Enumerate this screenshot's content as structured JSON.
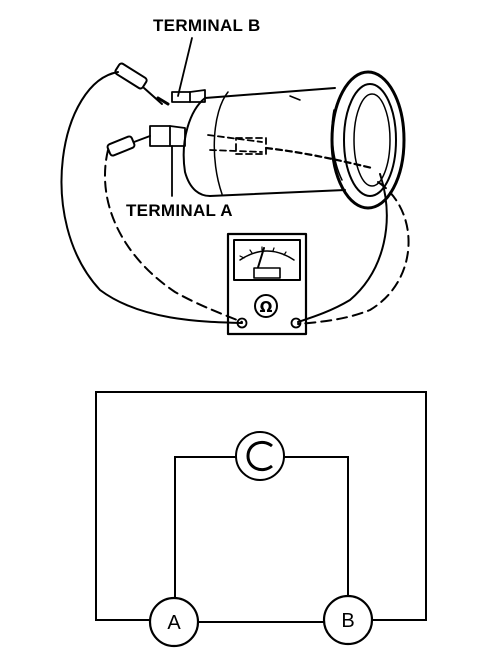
{
  "illustration": {
    "terminal_b_label": "TERMINAL B",
    "terminal_a_label": "TERMINAL A",
    "meter_symbol": "Ω"
  },
  "schematic": {
    "node_a_label": "A",
    "node_b_label": "B"
  },
  "colors": {
    "ink": "#000000",
    "paper": "#ffffff"
  }
}
